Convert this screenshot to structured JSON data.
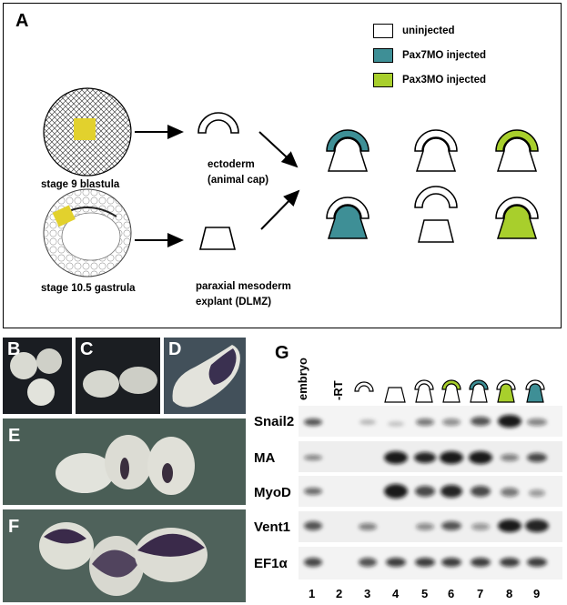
{
  "panel_a": {
    "letter": "A",
    "legend": [
      {
        "label": "uninjected",
        "color": "#ffffff"
      },
      {
        "label": "Pax7MO injected",
        "color": "#3e8f96"
      },
      {
        "label": "Pax3MO injected",
        "color": "#a8cf2c"
      }
    ],
    "blastula_label": "stage 9 blastula",
    "gastrula_label": "stage 10.5 gastrula",
    "ectoderm_label_1": "ectoderm",
    "ectoderm_label_2": "(animal cap)",
    "mesoderm_label_1": "paraxial mesoderm",
    "mesoderm_label_2": "explant (DLMZ)",
    "explant_color": "#e2d12d"
  },
  "panels": {
    "b": "B",
    "c": "C",
    "d": "D",
    "e": "E",
    "f": "F",
    "g": "G"
  },
  "gel": {
    "lane_headers": [
      "embryo",
      "-RT"
    ],
    "genes": [
      "Snail2",
      "MA",
      "MyoD",
      "Vent1",
      "EF1α"
    ],
    "lanes": [
      "1",
      "2",
      "3",
      "4",
      "5",
      "6",
      "7",
      "8",
      "9"
    ]
  }
}
